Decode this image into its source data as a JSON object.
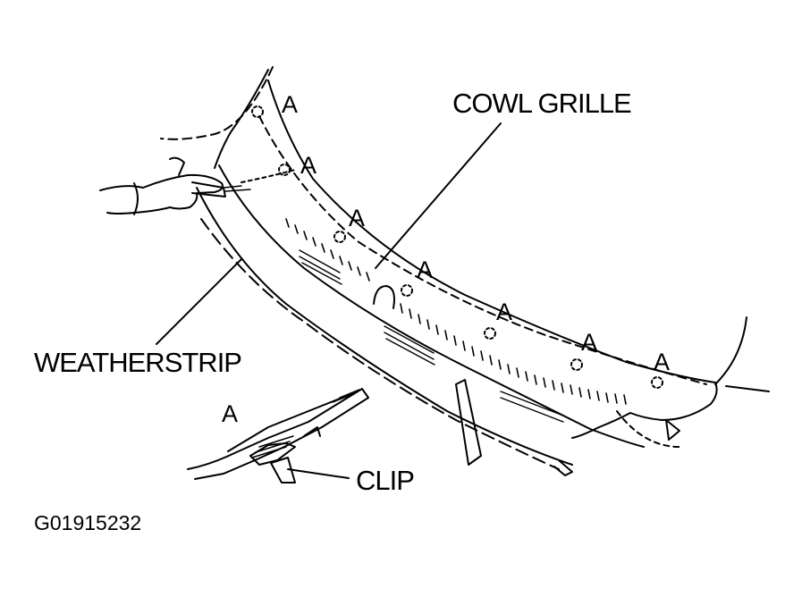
{
  "labels": {
    "cowl_grille": "COWL GRILLE",
    "weatherstrip": "WEATHERSTRIP",
    "clip": "CLIP",
    "detail_marker": "A",
    "figure_id": "G01915232"
  },
  "fastener_markers": [
    "A",
    "A",
    "A",
    "A",
    "A",
    "A",
    "A"
  ]
}
